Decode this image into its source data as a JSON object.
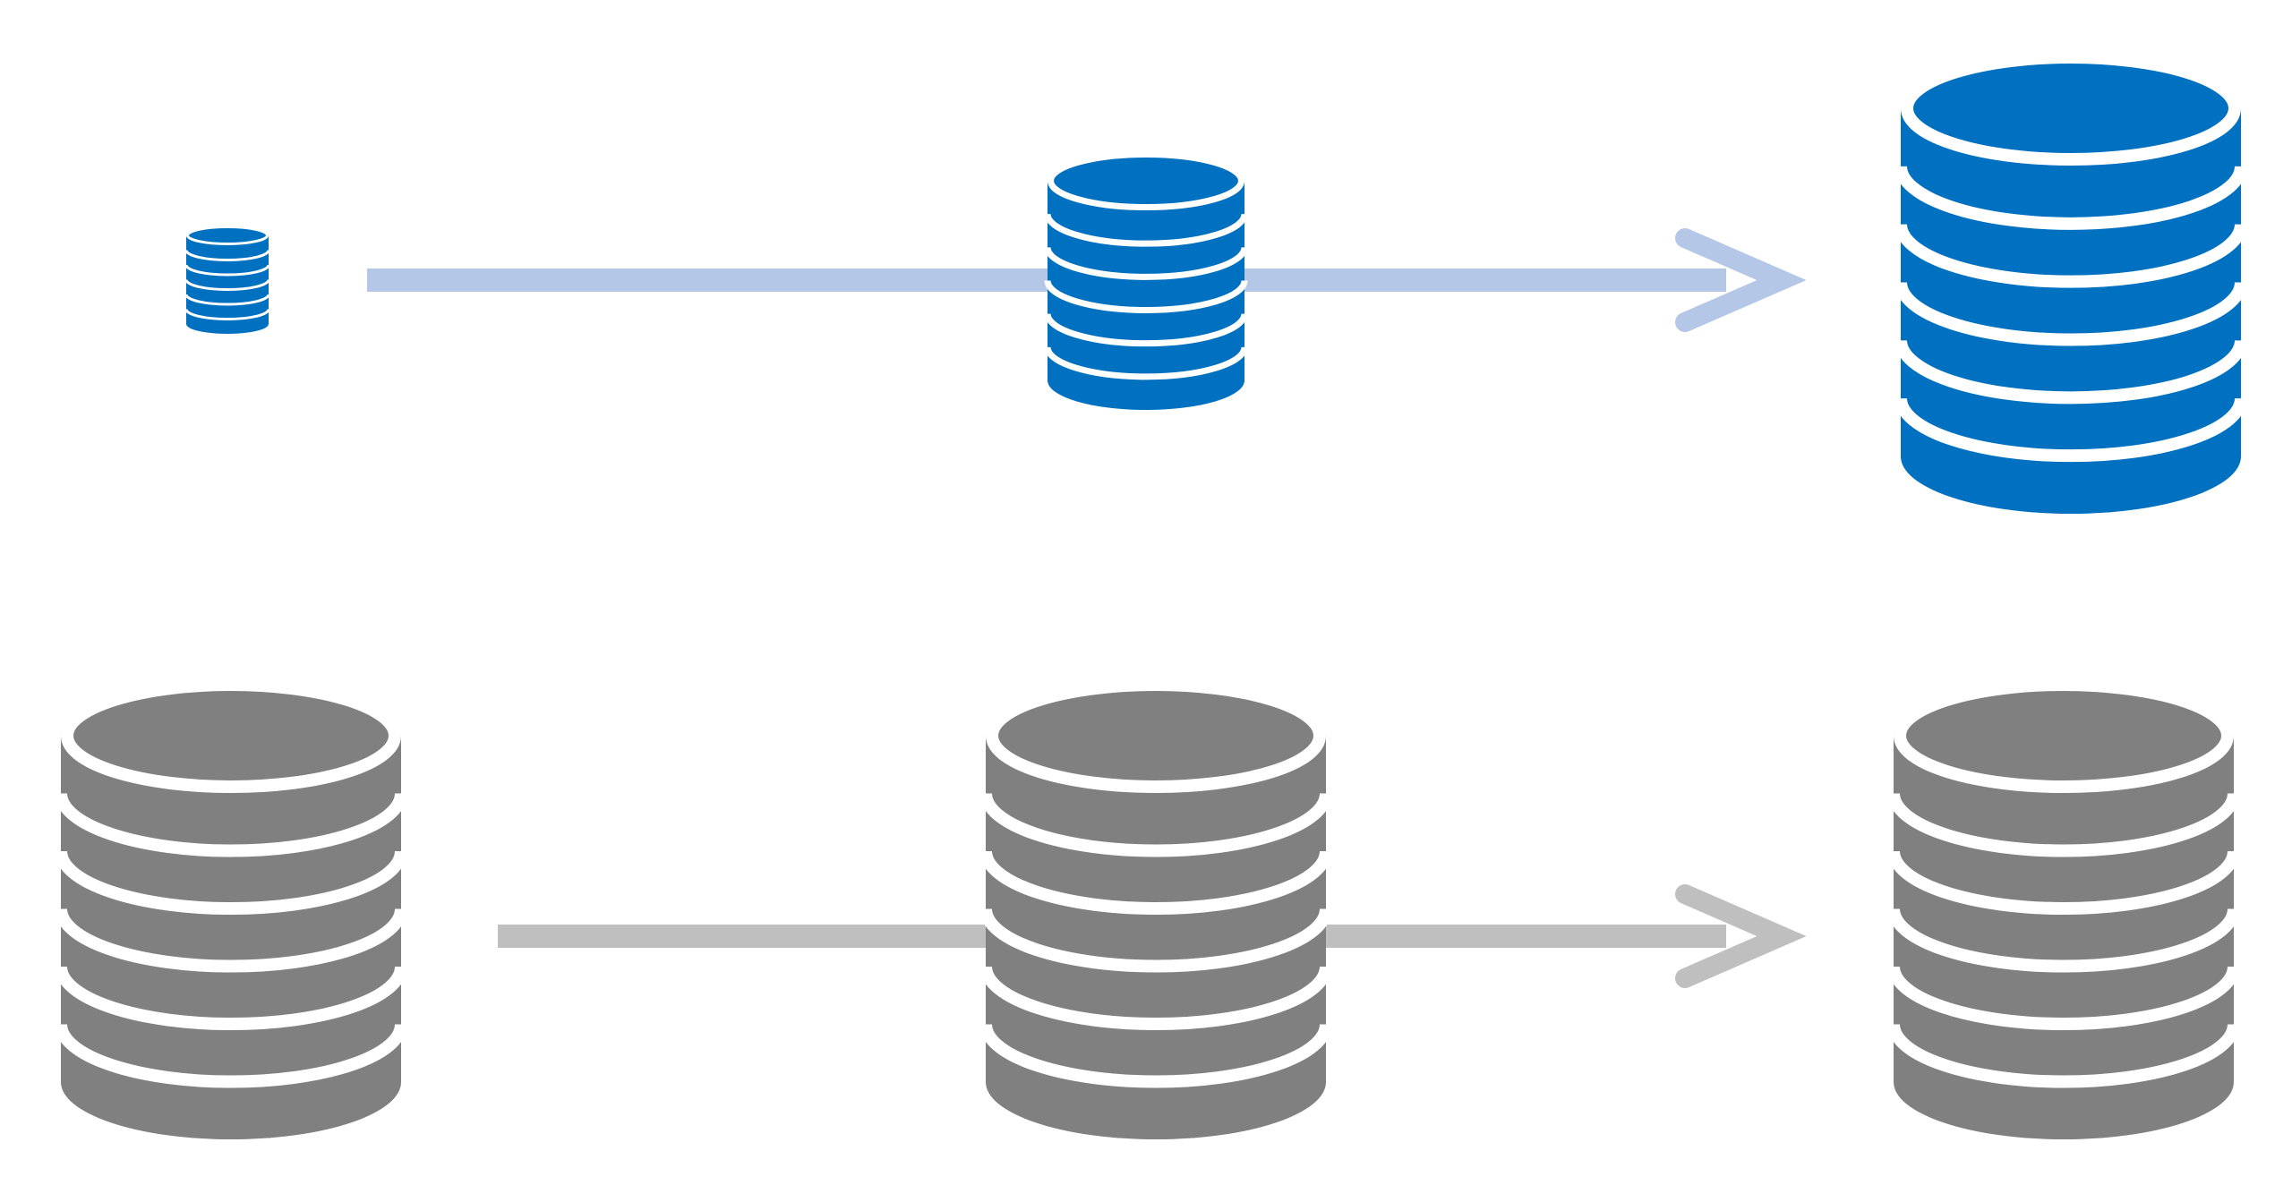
{
  "colors": {
    "background": "#ffffff",
    "growth_db": "#0070c0",
    "growth_arrow": "#b4c7e7",
    "steady_db": "#808080",
    "steady_arrow": "#bfbfbf",
    "separator": "#ffffff"
  },
  "icons": {
    "database": "database-icon",
    "arrow": "arrow-right-icon"
  },
  "rows": [
    {
      "name": "growth-row",
      "db_color": "growth_db",
      "arrow_color": "growth_arrow",
      "databases": [
        {
          "name": "database-small",
          "layers": 6
        },
        {
          "name": "database-medium",
          "layers": 6
        },
        {
          "name": "database-large",
          "layers": 6
        }
      ]
    },
    {
      "name": "steady-row",
      "db_color": "steady_db",
      "arrow_color": "steady_arrow",
      "databases": [
        {
          "name": "database-start",
          "layers": 6
        },
        {
          "name": "database-middle",
          "layers": 6
        },
        {
          "name": "database-end",
          "layers": 6
        }
      ]
    }
  ]
}
